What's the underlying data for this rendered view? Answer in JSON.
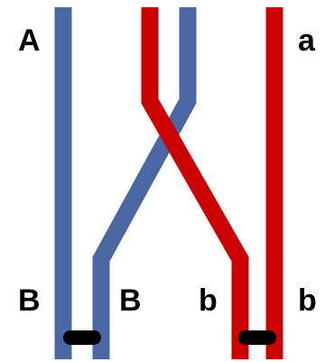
{
  "labels": {
    "top_left": "A",
    "top_right": "a",
    "bottom_1": "B",
    "bottom_2": "B",
    "bottom_3": "b",
    "bottom_4": "b"
  },
  "colors": {
    "blue": "#4A67A3",
    "red": "#CC0000",
    "centromere": "#000000",
    "background": "#FFFFFF"
  }
}
